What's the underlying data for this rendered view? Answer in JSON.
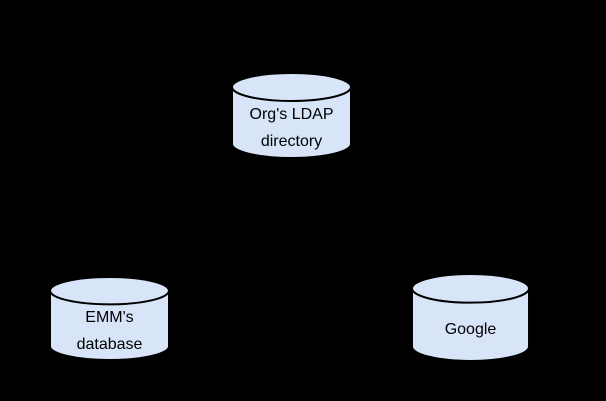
{
  "diagram": {
    "background_color": "#000000",
    "node_stroke_color": "#000000",
    "label_text_color": "#000000",
    "node_fill_color": "#d8e4f8"
  },
  "nodes": [
    {
      "id": "orgs-ldap-directory",
      "shape": "database-cylinder",
      "fill": "#d8e4f8",
      "lines": [
        "Org's LDAP",
        "directory"
      ]
    },
    {
      "id": "emms-database",
      "shape": "database-cylinder",
      "fill": "#d8e4f8",
      "lines": [
        "EMM's",
        "database"
      ]
    },
    {
      "id": "google",
      "shape": "database-cylinder",
      "fill": "#d8e4f8",
      "lines": [
        "Google"
      ]
    }
  ]
}
